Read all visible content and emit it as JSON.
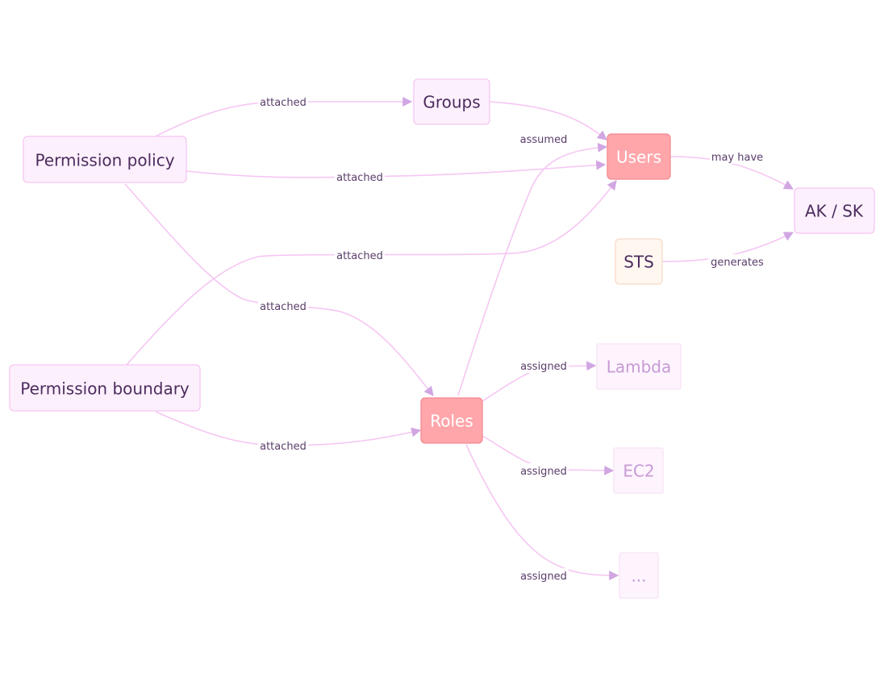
{
  "nodes": {
    "permission_policy": "Permission policy",
    "permission_boundary": "Permission boundary",
    "groups": "Groups",
    "users": "Users",
    "roles": "Roles",
    "aksk": "AK / SK",
    "sts": "STS",
    "lambda": "Lambda",
    "ec2": "EC2",
    "more": "..."
  },
  "edges": {
    "policy_groups": "attached",
    "policy_users": "attached",
    "policy_roles": "attached",
    "boundary_users": "attached",
    "boundary_roles": "attached",
    "groups_users": "",
    "roles_users": "assumed",
    "users_aksk": "may have",
    "sts_aksk": "generates",
    "roles_lambda": "assigned",
    "roles_ec2": "assigned",
    "roles_more": "assigned"
  },
  "colors": {
    "edge": "#f6c6f3",
    "arrow": "#d1a6e2",
    "default_fill": "#fdf0fd",
    "default_stroke": "#f6c6f3",
    "default_text": "#4c2c5e",
    "highlight_fill": "#ffa6ab",
    "highlight_stroke": "#f28a92",
    "highlight_text": "#ffffff",
    "sts_fill": "#fff7f0",
    "sts_stroke": "#f7d9c8",
    "faded_fill": "#fdf4fd",
    "faded_stroke": "#f8e2f7",
    "faded_text": "#c79ad6"
  }
}
